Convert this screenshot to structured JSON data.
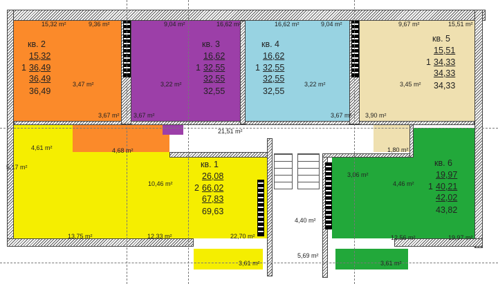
{
  "colors": {
    "apt1": "#f5ee00",
    "apt2": "#fb8a2a",
    "apt3": "#9c3fa8",
    "apt4": "#98d3e2",
    "apt5": "#efe0b0",
    "apt6": "#22a83a"
  },
  "apartments": [
    {
      "id": "apt2",
      "title": "кв. 2",
      "rooms": "1",
      "living": "15,32",
      "total1": "36,49",
      "total2": "36,49",
      "total3": "36,49"
    },
    {
      "id": "apt3",
      "title": "кв. 3",
      "rooms": "1",
      "living": "16,62",
      "total1": "32,55",
      "total2": "32,55",
      "total3": "32,55"
    },
    {
      "id": "apt4",
      "title": "кв. 4",
      "rooms": "1",
      "living": "16,62",
      "total1": "32,55",
      "total2": "32,55",
      "total3": "32,55"
    },
    {
      "id": "apt5",
      "title": "кв. 5",
      "rooms": "1",
      "living": "15,51",
      "total1": "34,33",
      "total2": "34,33",
      "total3": "34,33"
    },
    {
      "id": "apt1",
      "title": "кв. 1",
      "rooms": "2",
      "living": "26,08",
      "total1": "66,02",
      "total2": "67,83",
      "total3": "69,63"
    },
    {
      "id": "apt6",
      "title": "кв. 6",
      "rooms": "1",
      "living": "19,97",
      "total1": "40,21",
      "total2": "42,02",
      "total3": "43,82"
    }
  ],
  "room_areas": [
    "15,32 m²",
    "9,36 m²",
    "3,47 m²",
    "3,67 m²",
    "3,67 m²",
    "9,04 m²",
    "16,62 m²",
    "3,22 m²",
    "16,62 m²",
    "9,04 m²",
    "3,22 m²",
    "3,67 m²",
    "3,90 m²",
    "9,67 m²",
    "15,51 m²",
    "3,45 m²",
    "21,51 m²",
    "4,61 m²",
    "4,68 m²",
    "5,17 m²",
    "10,46 m²",
    "13,75 m²",
    "12,33 m²",
    "22,70 m²",
    "3,61 m²",
    "1,80 m²",
    "3,06 m²",
    "4,46 m²",
    "12,56 m²",
    "19,97 m²",
    "3,61 m²",
    "4,40 m²",
    "5,69 m²"
  ]
}
